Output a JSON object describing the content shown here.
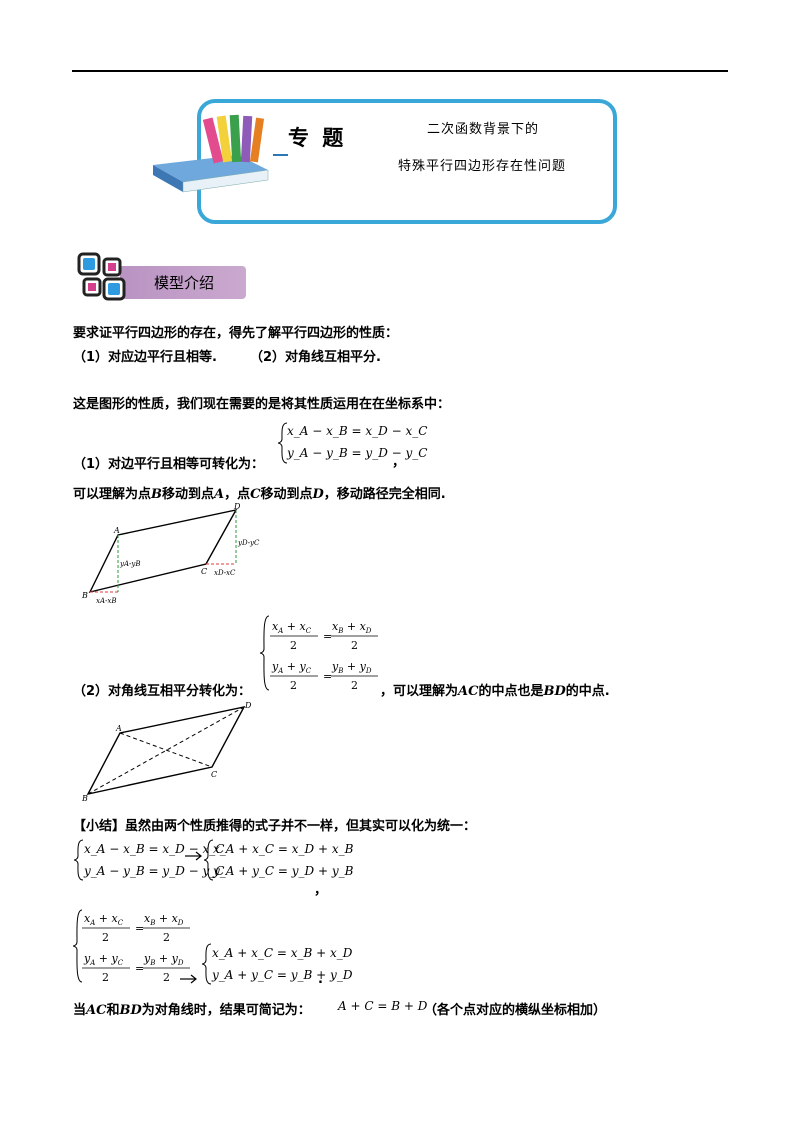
{
  "header": {
    "title": "专 题",
    "subtitle_line1": "二次函数背景下的",
    "subtitle_line2": "特殊平行四边形存在性问题"
  },
  "section": {
    "label": "模型介绍"
  },
  "text": {
    "p1": "要求证平行四边形的存在，得先了解平行四边形的性质：",
    "p2a": "（1）对应边平行且相等.",
    "p2b": "（2）对角线互相平分.",
    "p3": "这是图形的性质，我们现在需要的是将其性质运用在在坐标系中：",
    "p4": "（1）对边平行且相等可转化为：",
    "p4_comma": "，",
    "p5_pre": "可以理解为点",
    "p5_b": "B",
    "p5_mid1": "移动到点",
    "p5_a": "A",
    "p5_mid2": "，点",
    "p5_c": "C",
    "p5_mid3": "移动到点",
    "p5_d": "D",
    "p5_post": "，移动路径完全相同.",
    "p6": "（2）对角线互相平分转化为：",
    "p6_post_pre": "，可以理解为",
    "p6_ac": "AC",
    "p6_mid": "的中点也是",
    "p6_bd": "BD",
    "p6_end": "的中点.",
    "summary": "【小结】虽然由两个性质推得的式子并不一样，但其实可以化为统一：",
    "comma": "，",
    "period": ".",
    "final_pre": "当",
    "final_ac": "AC",
    "final_and": "和",
    "final_bd": "BD",
    "final_mid": "为对角线时，结果可简记为：",
    "final_formula": "A + C = B + D",
    "final_post": "（各个点对应的横纵坐标相加）"
  },
  "eq": {
    "e1": "x_A − x_B = x_D − x_C",
    "e2": "y_A − y_B = y_D − y_C",
    "s1": "x_A + x_C = x_D + x_B",
    "s2": "y_A + y_C = y_D + y_B",
    "s3": "x_A + x_C = x_B + x_D",
    "s4": "y_A + y_C = y_B + y_D"
  },
  "figure1": {
    "labels": [
      "A",
      "B",
      "C",
      "D"
    ],
    "ann_yab": "yA-yB",
    "ann_xab": "xA-xB",
    "ann_ydc": "yD-yC",
    "ann_xdc": "xD-xC"
  },
  "figure2": {
    "labels": [
      "A",
      "B",
      "C",
      "D"
    ]
  },
  "colors": {
    "banner_border": "#3aa7d9",
    "tag": "#b993c2",
    "green": "#2e9a3a",
    "red": "#e23b3b"
  }
}
